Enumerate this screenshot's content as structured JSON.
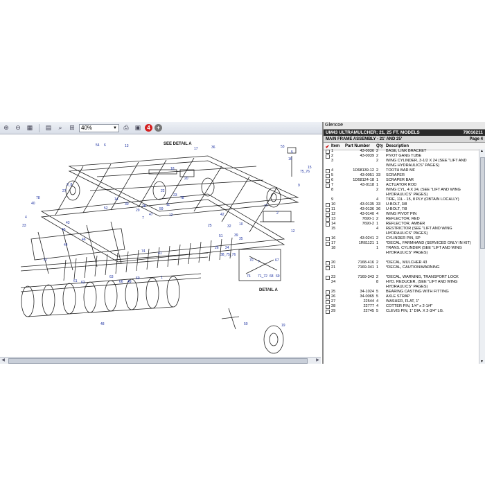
{
  "toolbar": {
    "zoom_value": "40%",
    "badge_red": "4",
    "badge_grey": "+"
  },
  "drawing": {
    "detail_a_ref": "SEE DETAIL A",
    "detail_a_label": "DETAIL A",
    "callouts": [
      "54",
      "6",
      "13",
      "17",
      "36",
      "53",
      "5",
      "16",
      "75_76",
      "15",
      "9",
      "27",
      "3_8",
      "14",
      "28",
      "29",
      "47",
      "7",
      "78",
      "40",
      "30",
      "52",
      "78",
      "11",
      "59",
      "12",
      "4",
      "33",
      "43",
      "45",
      "42",
      "32",
      "25",
      "44",
      "46",
      "26",
      "51",
      "39",
      "10",
      "77",
      "2",
      "12",
      "35",
      "38_75_76",
      "24",
      "57",
      "61",
      "62",
      "66",
      "49",
      "63",
      "60",
      "1",
      "74",
      "41",
      "71_72",
      "68",
      "69",
      "70",
      "7",
      "67",
      "76",
      "48",
      "50",
      "19",
      "20",
      "22",
      "23",
      "18"
    ]
  },
  "catalog": {
    "brand": "Glencoe",
    "model_title": "UM43 ULTRAMULCHER; 21, 25 FT. MODELS",
    "doc_number": "79016211",
    "section": "MAIN FRAME ASSEMBLY - 21' AND 25'",
    "page": "Page 4",
    "columns": {
      "item": "Item",
      "part": "Part Number",
      "qty": "Qty",
      "desc": "Description"
    },
    "rows": [
      {
        "chk": true,
        "item": "1",
        "part": "43-0036",
        "qty": "2",
        "desc": "BASE, LINK BRACKET"
      },
      {
        "chk": true,
        "item": "2",
        "part": "43-0039",
        "qty": "2",
        "desc": "PIVOT GANG TUBE"
      },
      {
        "chk": false,
        "item": "3",
        "part": "",
        "qty": "2",
        "desc": "WING CYLINDER, 3-1/2 X 24 (SEE \"LIFT AND WING HYDRAULICS\" PAGES)"
      },
      {
        "chk": true,
        "item": "4",
        "part": "1D68139-12",
        "qty": "2",
        "desc": "TOOTH BAR MF"
      },
      {
        "chk": true,
        "item": "5",
        "part": "43-0051",
        "qty": "33",
        "desc": "SCRAPER"
      },
      {
        "chk": true,
        "item": "6",
        "part": "1D68124-18",
        "qty": "1",
        "desc": "SCRAPER BAR"
      },
      {
        "chk": true,
        "item": "7",
        "part": "43-0118",
        "qty": "1",
        "desc": "ACTUATOR ROD"
      },
      {
        "chk": false,
        "item": "8",
        "part": "",
        "qty": "2",
        "desc": "WING CYL, 4 X 24, (SEE \"LIFT AND WING HYDRAULICS\" PAGES)"
      },
      {
        "chk": false,
        "item": "9",
        "part": "",
        "qty": "4",
        "desc": "TIRE, 11L - 15, 8 PLY (OBTAIN LOCALLY)"
      },
      {
        "chk": true,
        "item": "10",
        "part": "43-0135",
        "qty": "33",
        "desc": "U-BOLT, 3/8"
      },
      {
        "chk": true,
        "item": "11",
        "part": "43-0136",
        "qty": "36",
        "desc": "U-BOLT, 7/8"
      },
      {
        "chk": true,
        "item": "12",
        "part": "43-0140",
        "qty": "4",
        "desc": "WING PIVOT PIN"
      },
      {
        "chk": true,
        "item": "13",
        "part": "7690-1",
        "qty": "2",
        "desc": "REFLECTOR, RED"
      },
      {
        "chk": true,
        "item": "14",
        "part": "7690-2",
        "qty": "1",
        "desc": "REFLECTOR, AMBER"
      },
      {
        "chk": false,
        "item": "15",
        "part": "",
        "qty": "4",
        "desc": "RESTRICTOR (SEE \"LIFT AND WING HYDRAULICS\" PAGES)"
      },
      {
        "chk": true,
        "item": "16",
        "part": "43-0241",
        "qty": "2",
        "desc": "CYLINDER PIN, SP"
      },
      {
        "chk": true,
        "item": "17",
        "part": "1R61121",
        "qty": "1",
        "desc": "*DECAL, FARMHAND (SERVICED ONLY IN KIT)"
      },
      {
        "chk": false,
        "item": "18",
        "part": "",
        "qty": "1",
        "desc": "TRANS. CYLINDER (SEE \"LIFT AND WING HYDRAULICS\" PAGES)"
      },
      {
        "chk": false,
        "item": "",
        "part": "",
        "qty": "",
        "desc": ""
      },
      {
        "chk": true,
        "item": "20",
        "part": "7168-416",
        "qty": "2",
        "desc": "*DECAL, MULCHER 43"
      },
      {
        "chk": true,
        "item": "21",
        "part": "7169-341",
        "qty": "1",
        "desc": "*DECAL, CAUTION/WARNING"
      },
      {
        "chk": false,
        "item": "",
        "part": "",
        "qty": "",
        "desc": ""
      },
      {
        "chk": true,
        "item": "23",
        "part": "7169-343",
        "qty": "2",
        "desc": "*DECAL, WARNING, TRANSPORT LOCK"
      },
      {
        "chk": false,
        "item": "24",
        "part": "",
        "qty": "8",
        "desc": "HYD. REDUCER, (SEE \"LIFT AND WING HYDRAULICS\" PAGES)"
      },
      {
        "chk": true,
        "item": "25",
        "part": "34-1024",
        "qty": "5",
        "desc": "BEARING CASTING WITH FITTING"
      },
      {
        "chk": true,
        "item": "26",
        "part": "34-0065",
        "qty": "5",
        "desc": "AXLE STRAP"
      },
      {
        "chk": true,
        "item": "27",
        "part": "22544",
        "qty": "4",
        "desc": "WASHER, FLAT, 1\""
      },
      {
        "chk": true,
        "item": "28",
        "part": "22777",
        "qty": "4",
        "desc": "COTTER PIN, 1/4\" x 2-1/4\""
      },
      {
        "chk": true,
        "item": "29",
        "part": "22745",
        "qty": "5",
        "desc": "CLEVIS PIN, 1\" DIA. X 2-3/4\" LG."
      }
    ]
  }
}
